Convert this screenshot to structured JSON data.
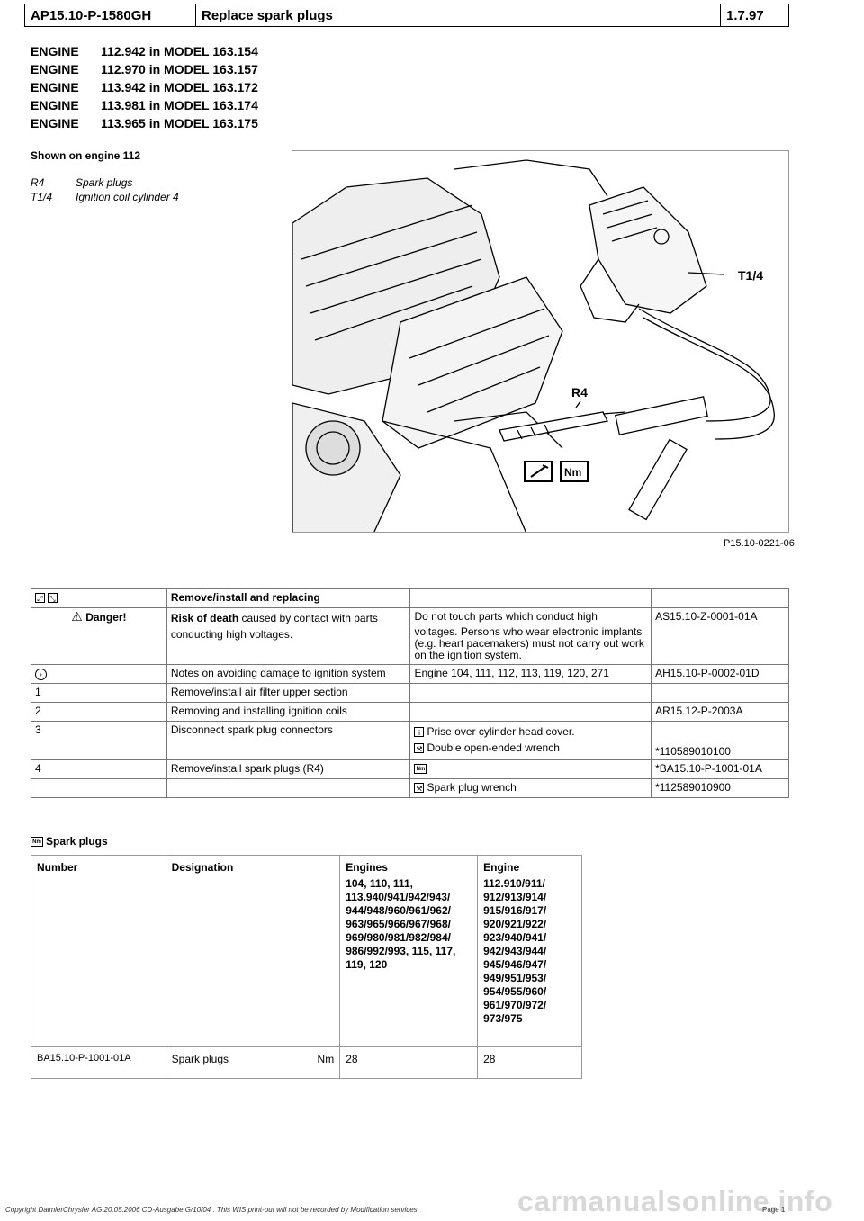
{
  "header": {
    "code": "AP15.10-P-1580GH",
    "title": "Replace spark plugs",
    "date": "1.7.97"
  },
  "engines": [
    {
      "label": "ENGINE",
      "text": "112.942 in MODEL 163.154"
    },
    {
      "label": "ENGINE",
      "text": "112.970 in MODEL 163.157"
    },
    {
      "label": "ENGINE",
      "text": "113.942 in MODEL 163.172"
    },
    {
      "label": "ENGINE",
      "text": "113.981 in MODEL 163.174"
    },
    {
      "label": "ENGINE",
      "text": "113.965 in MODEL 163.175"
    }
  ],
  "shown_on": "Shown on engine 112",
  "legend": [
    {
      "code": "R4",
      "text": "Spark plugs"
    },
    {
      "code": "T1/4",
      "text": "Ignition coil cylinder 4"
    }
  ],
  "figure": {
    "label_t14": "T1/4",
    "label_r4": "R4",
    "caption": "P15.10-0221-06"
  },
  "work": {
    "head_title": "Remove/install and replacing",
    "danger_label": "Danger!",
    "danger_bold": "Risk of death",
    "danger_text": " caused by contact with parts conducting high voltages.",
    "danger_note_1": "Do not touch parts which conduct high",
    "danger_note_2": "voltages. Persons who wear electronic implants (e.g. heart pacemakers) must not carry out work on the ignition system.",
    "danger_ref": "AS15.10-Z-0001-01A",
    "notes_text": "Notes on avoiding damage to ignition system",
    "notes_engines": "Engine 104, 111, 112, 113, 119, 120, 271",
    "notes_ref": "AH15.10-P-0002-01D",
    "steps": [
      {
        "num": "1",
        "text": "Remove/install air filter upper section"
      },
      {
        "num": "2",
        "text": "Removing and installing ignition coils",
        "ref": "AR15.12-P-2003A"
      },
      {
        "num": "3",
        "text": "Disconnect spark plug connectors",
        "info": "Prise over cylinder head cover.",
        "tool": "Double open-ended wrench",
        "ref": "*110589010100"
      },
      {
        "num": "4",
        "text": "Remove/install spark plugs (R4)",
        "ref": "*BA15.10-P-1001-01A"
      }
    ],
    "extra_tool": "Spark plug wrench",
    "extra_ref": "*112589010900"
  },
  "spec": {
    "title": "Spark plugs",
    "headers": [
      "Number",
      "Designation",
      "Engines",
      "Engine"
    ],
    "engines_a": "104, 110, 111, 113.940/941/942/943/ 944/948/960/961/962/ 963/965/966/967/968/ 969/980/981/982/984/ 986/992/993, 115, 117, 119, 120",
    "engines_b": "112.910/911/ 912/913/914/ 915/916/917/ 920/921/922/ 923/940/941/ 942/943/944/ 945/946/947/ 949/951/953/ 954/955/960/ 961/970/972/ 973/975",
    "row_number": "BA15.10-P-1001-01A",
    "row_designation": "Spark plugs",
    "row_unit": "Nm",
    "row_val_a": "28",
    "row_val_b": "28"
  },
  "footer": "Copyright DaimlerChrysler AG  20.05.2006 CD-Ausgabe G/10/04 . This WIS print-out will not be recorded by Modification services.",
  "page": "Page 1",
  "watermark": "carmanualsonline.info",
  "nm_icon": "Nm"
}
